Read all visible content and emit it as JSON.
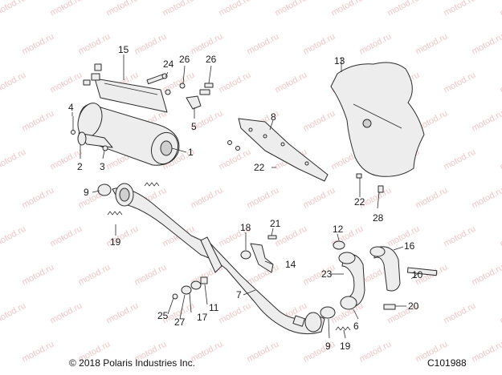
{
  "watermark": "motod.ru",
  "footer": {
    "copyright": "© 2018 Polaris Industries Inc.",
    "figure_id": "C101988"
  },
  "callouts": {
    "n1": "1",
    "n2": "2",
    "n3": "3",
    "n4": "4",
    "n5": "5",
    "n7": "7",
    "n8": "8",
    "n9a": "9",
    "n9b": "9",
    "n10": "10",
    "n11": "11",
    "n12": "12",
    "n13": "13",
    "n14": "14",
    "n15": "15",
    "n16": "16",
    "n17": "17",
    "n18": "18",
    "n19a": "19",
    "n19b": "19",
    "n20": "20",
    "n21": "21",
    "n22a": "22",
    "n22b": "22",
    "n23": "23",
    "n24": "24",
    "n25": "25",
    "n26a": "26",
    "n26b": "26",
    "n27": "27",
    "n28": "28",
    "n6": "6"
  }
}
